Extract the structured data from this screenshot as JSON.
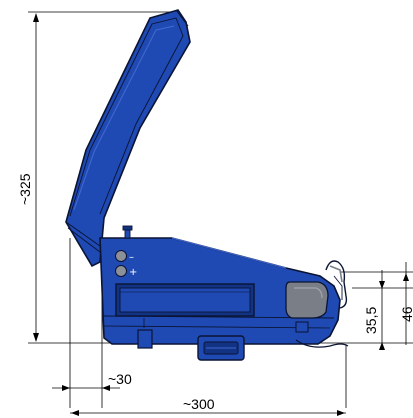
{
  "dimensions": {
    "height_total": "~325",
    "depth_base": "~30",
    "width_total": "~300",
    "height_small": "35,5",
    "height_right": "46"
  },
  "indicators": {
    "minus": "–",
    "plus": "+"
  },
  "colors": {
    "body_blue": "#1f49b3",
    "body_dark": "#123384",
    "outline": "#0a1433",
    "panel_gray": "#7a7f87",
    "panel_light": "#a0a5ad"
  }
}
